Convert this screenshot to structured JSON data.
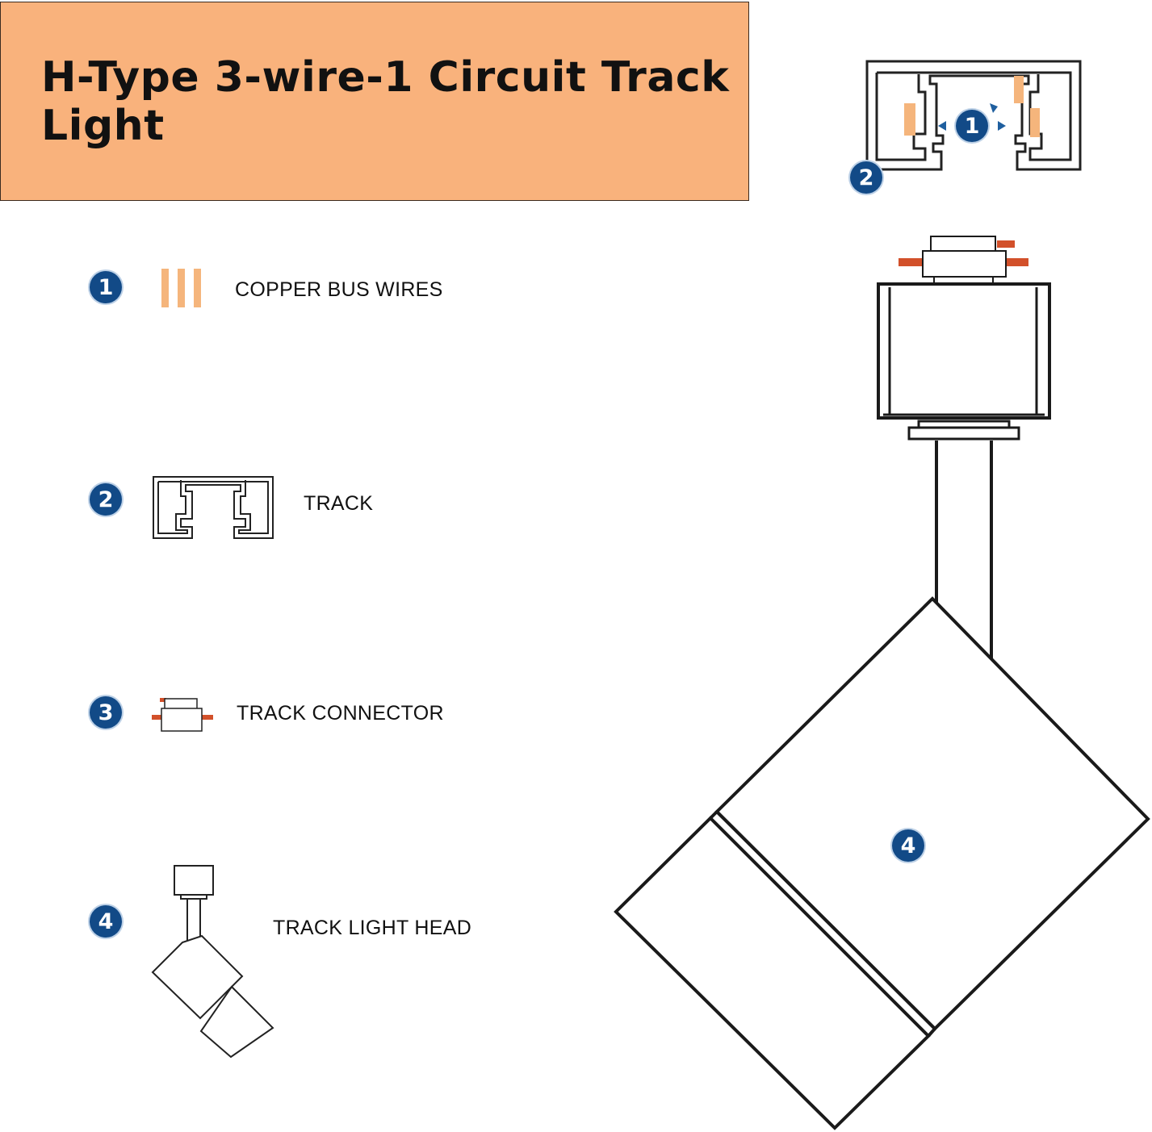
{
  "title": "H-Type 3-wire-1 Circuit Track Light",
  "colors": {
    "banner": "#f9b27c",
    "badge": "#124a87",
    "copper": "#f5b57c",
    "connector_tab": "#d2502a"
  },
  "legend": [
    {
      "number": "1",
      "label": "COPPER BUS WIRES",
      "icon": "copper-bus-wires-icon"
    },
    {
      "number": "2",
      "label": "TRACK",
      "icon": "track-profile-icon"
    },
    {
      "number": "3",
      "label": "TRACK CONNECTOR",
      "icon": "track-connector-icon"
    },
    {
      "number": "4",
      "label": "TRACK LIGHT HEAD",
      "icon": "track-light-head-icon"
    }
  ],
  "diagram_callouts": {
    "bus_wires": "1",
    "track": "2",
    "light_head": "4"
  }
}
